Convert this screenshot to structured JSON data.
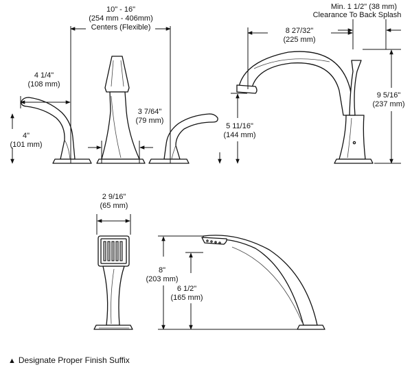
{
  "dimensions": {
    "centers": {
      "line1": "10\" - 16\"",
      "line2": "(254 mm - 406mm)",
      "line3": "Centers (Flexible)"
    },
    "handle_reach": {
      "line1": "4 1/4\"",
      "line2": "(108 mm)"
    },
    "handle_height": {
      "line1": "4\"",
      "line2": "(101 mm)"
    },
    "base_width": {
      "line1": "3 7/64\"",
      "line2": "(79 mm)"
    },
    "clearance": {
      "line1": "Min. 1 1/2\" (38 mm)",
      "line2": "Clearance To Back Splash"
    },
    "spout_reach": {
      "line1": "8 27/32\"",
      "line2": "(225 mm)"
    },
    "spout_outlet_height": {
      "line1": "5 11/16\"",
      "line2": "(144 mm)"
    },
    "spout_height": {
      "line1": "9 5/16\"",
      "line2": "(237 mm)"
    },
    "handshower_width": {
      "line1": "2 9/16\"",
      "line2": "(65 mm)"
    },
    "handshower_length": {
      "line1": "8\"",
      "line2": "(203 mm)"
    },
    "handshower_height": {
      "line1": "6 1/2\"",
      "line2": "(165 mm)"
    }
  },
  "footnote": {
    "symbol": "▲",
    "text": "Designate Proper Finish Suffix"
  }
}
